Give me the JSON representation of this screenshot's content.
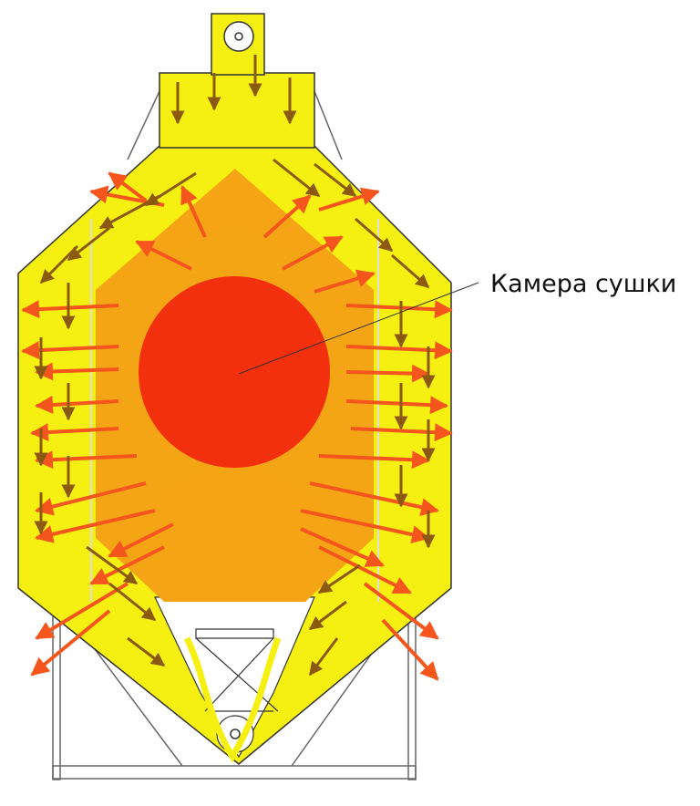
{
  "annotation": {
    "label": "Камера сушки"
  },
  "colors": {
    "outer_zone": "#f5ef12",
    "drying_chamber": "#f4a414",
    "burner": "#f3300e",
    "hot_air_arrows": "#f4561e",
    "grain_flow_arrows": "#8b5a10",
    "frame": "#555555"
  },
  "legend_icons": [
    "hot-air-arrow",
    "grain-flow-arrow",
    "pulley-icon"
  ]
}
